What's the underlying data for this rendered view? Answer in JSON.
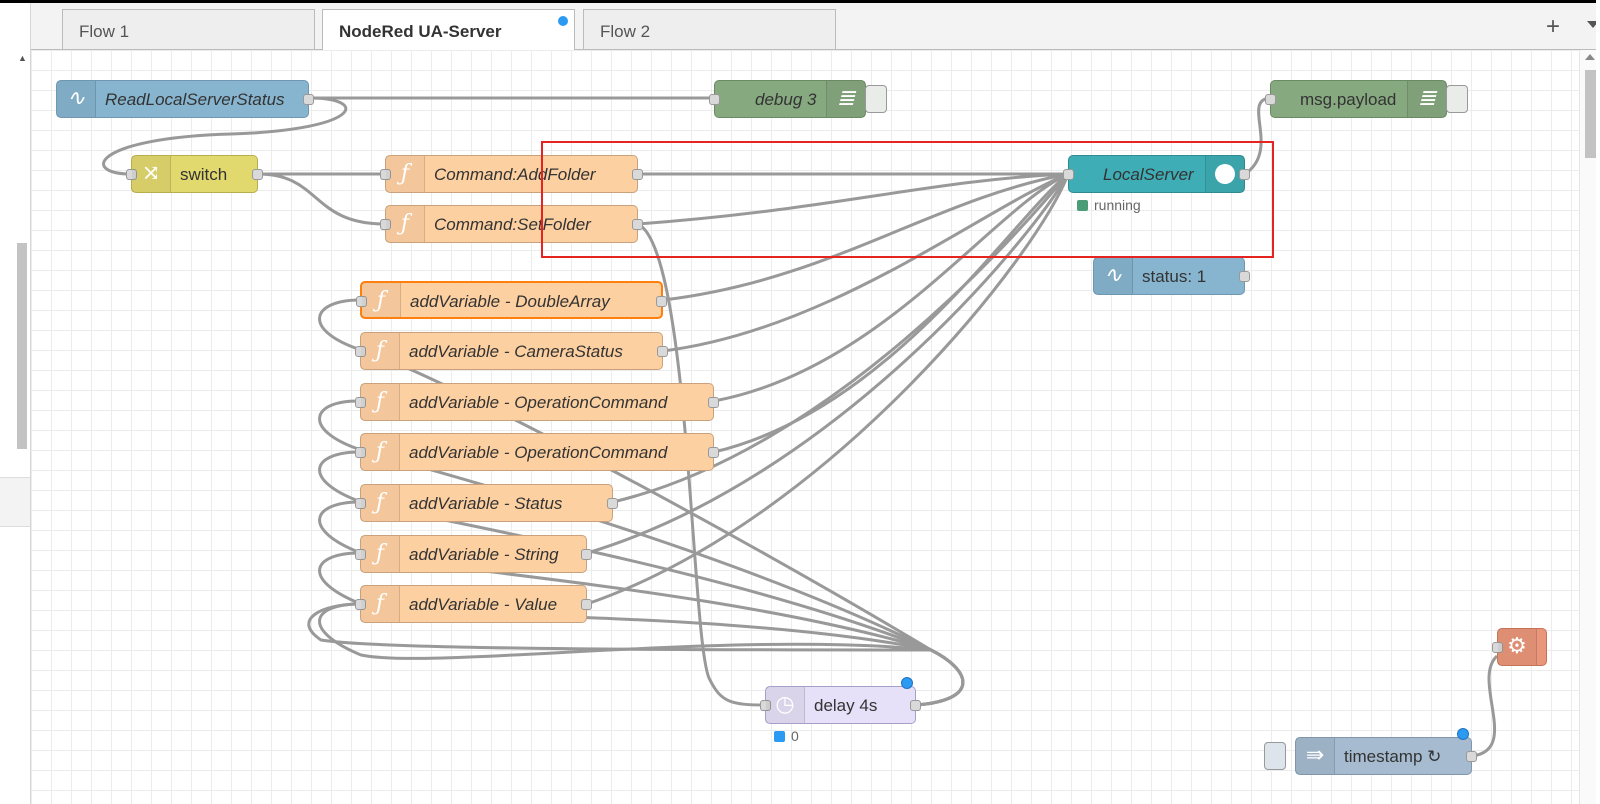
{
  "tabs": [
    {
      "label": "Flow 1",
      "active": false
    },
    {
      "label": "NodeRed UA-Server",
      "active": true,
      "changed": true
    },
    {
      "label": "Flow 2",
      "active": false
    }
  ],
  "tab_actions": {
    "add_icon": "+",
    "menu_icon": "chevron-down-icon"
  },
  "nodes": {
    "read_local_server_status": {
      "label": "ReadLocalServerStatus",
      "icon": "pulse-icon",
      "color": "#87b5cf"
    },
    "debug3": {
      "label": "debug 3",
      "icon": "list-icon",
      "color": "#87a980"
    },
    "msg_payload": {
      "label": "msg.payload",
      "icon": "list-icon",
      "color": "#87a980"
    },
    "switch": {
      "label": "switch",
      "icon": "switch-icon",
      "color": "#e2d96e"
    },
    "command_addfolder": {
      "label": "Command:AddFolder",
      "icon": "function-icon"
    },
    "command_setfolder": {
      "label": "Command:SetFolder",
      "icon": "function-icon"
    },
    "local_server": {
      "label": "LocalServer",
      "icon": "opcua-icon",
      "color": "#3fadb5",
      "status": "running",
      "status_color": "#4a9d76"
    },
    "status1": {
      "label": "status: 1",
      "icon": "pulse-icon",
      "color": "#87b5cf"
    },
    "addvars": [
      {
        "label": "addVariable - DoubleArray",
        "selected": true
      },
      {
        "label": "addVariable - CameraStatus"
      },
      {
        "label": "addVariable - OperationCommand"
      },
      {
        "label": "addVariable - OperationCommand"
      },
      {
        "label": "addVariable - Status"
      },
      {
        "label": "addVariable - String"
      },
      {
        "label": "addVariable - Value"
      }
    ],
    "delay": {
      "label": "delay 4s",
      "icon": "timer-icon",
      "color": "#e6e0f8",
      "status": "0",
      "status_color": "#2b9af3"
    },
    "timestamp": {
      "label": "timestamp ↻",
      "icon": "inject-icon",
      "color": "#a6bbcf"
    },
    "settings_node": {
      "icon": "gear-icon",
      "color": "#e9967a"
    }
  },
  "function_icon": "ƒ",
  "highlight_color": "#e52421"
}
